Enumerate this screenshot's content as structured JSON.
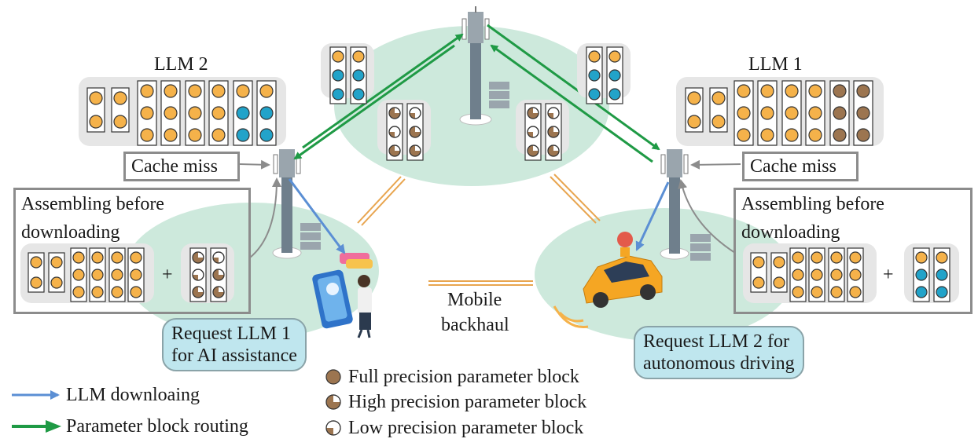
{
  "llm_labels": {
    "left": "LLM 2",
    "right": "LLM 1"
  },
  "cache_miss": {
    "left": "Cache miss",
    "right": "Cache miss"
  },
  "assembling": {
    "left_line1": "Assembling before",
    "left_line2": "downloading",
    "right_line1": "Assembling before",
    "right_line2": "downloading",
    "plus": "+"
  },
  "requests": {
    "left_line1": "Request LLM 1",
    "left_line2": "for AI assistance",
    "right_line1": "Request LLM 2 for",
    "right_line2": "autonomous driving"
  },
  "backhaul": {
    "line1": "Mobile",
    "line2": "backhaul"
  },
  "legend": {
    "download": "LLM downloaing",
    "routing": "Parameter block routing",
    "full": "Full precision parameter block",
    "high": "High precision parameter block",
    "low": "Low precision parameter block"
  },
  "colors": {
    "orange": "#f5b24a",
    "blue": "#22a3c9",
    "brown": "#9c7550",
    "zone": "#cde9dc",
    "download_arrow": "#5b8fd4",
    "routing_arrow": "#1f9a45",
    "backhaul": "#e8a54f"
  }
}
